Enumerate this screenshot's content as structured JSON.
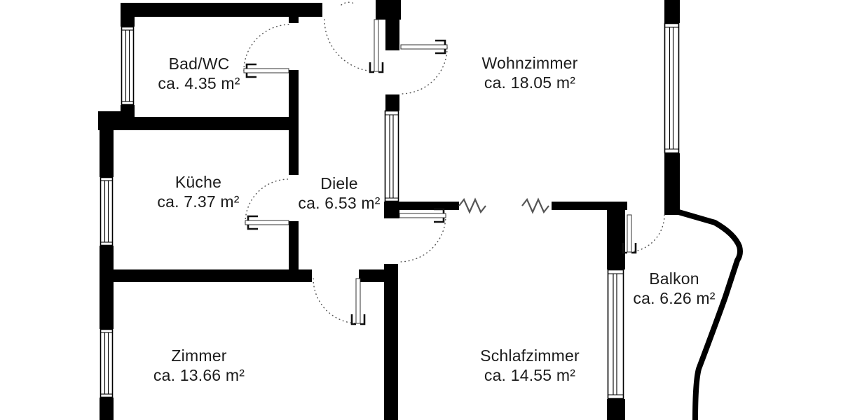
{
  "plan": {
    "title": "apartment-floorplan",
    "rooms": {
      "bad": {
        "name": "Bad/WC",
        "area": "ca. 4.35 m²"
      },
      "wohnzimmer": {
        "name": "Wohnzimmer",
        "area": "ca. 18.05 m²"
      },
      "kueche": {
        "name": "Küche",
        "area": "ca. 7.37 m²"
      },
      "diele": {
        "name": "Diele",
        "area": "ca. 6.53 m²"
      },
      "balkon": {
        "name": "Balkon",
        "area": "ca. 6.26 m²"
      },
      "zimmer": {
        "name": "Zimmer",
        "area": "ca. 13.66 m²"
      },
      "schlafzimmer": {
        "name": "Schlafzimmer",
        "area": "ca. 14.55 m²"
      }
    },
    "colors": {
      "wall": "#000000",
      "text": "#1c1c1c",
      "background": "#ffffff",
      "door_swing": "#555555",
      "break_line": "#555555"
    }
  }
}
